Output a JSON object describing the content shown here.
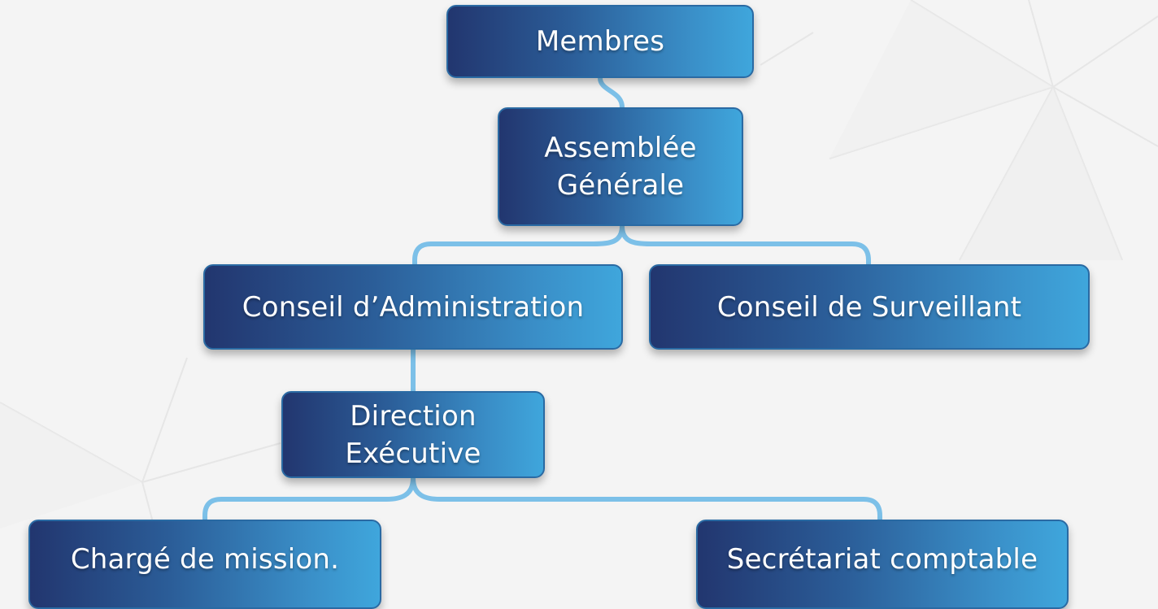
{
  "diagram": {
    "type": "org-chart",
    "colors": {
      "box_gradient_start": "#22366f",
      "box_gradient_end": "#3fa6dc",
      "connector": "#7cc0e8",
      "text": "#ffffff",
      "background": "#f4f4f4"
    },
    "nodes": {
      "membres": {
        "label": "Membres"
      },
      "assemblee": {
        "line1": "Assemblée",
        "line2": "Générale"
      },
      "conseil_admin": {
        "label": "Conseil d’Administration"
      },
      "conseil_surv": {
        "label": "Conseil de Surveillant"
      },
      "direction": {
        "line1": "Direction",
        "line2": "Exécutive"
      },
      "charge": {
        "label": "Chargé de mission."
      },
      "secretariat": {
        "label": "Secrétariat comptable"
      }
    },
    "edges": [
      [
        "Membres",
        "Assemblée Générale"
      ],
      [
        "Assemblée Générale",
        "Conseil d’Administration"
      ],
      [
        "Assemblée Générale",
        "Conseil de Surveillant"
      ],
      [
        "Conseil d’Administration",
        "Direction Exécutive"
      ],
      [
        "Direction Exécutive",
        "Chargé de mission."
      ],
      [
        "Direction Exécutive",
        "Secrétariat comptable"
      ]
    ]
  }
}
